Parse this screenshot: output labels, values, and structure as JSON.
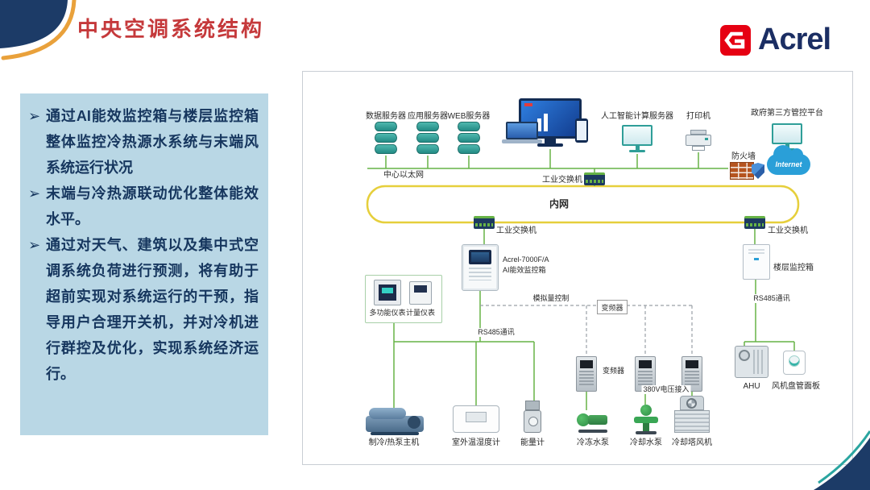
{
  "header": {
    "title": "中央空调系统结构",
    "logo_text": "Acrel"
  },
  "sidebar": {
    "marker": "➢",
    "bullets": [
      "通过AI能效监控箱与楼层监控箱整体监控冷热源水系统与末端风系统运行状况",
      "末端与冷热源联动优化整体能效水平。",
      "通过对天气、建筑以及集中式空调系统负荷进行预测，将有助于超前实现对系统运行的干预，指导用户合理开关机，并对冷机进行群控及优化，实现系统经济运行。"
    ]
  },
  "diagram": {
    "top_labels": [
      "数据服务器",
      "应用服务器",
      "WEB服务器",
      "人工智能计算服务器",
      "打印机",
      "政府第三方管控平台"
    ],
    "ethernet": "中心以太网",
    "firewall": "防火墙",
    "internet": "Internet",
    "switch_top": "工业交换机",
    "intranet": "内网",
    "switch_left": "工业交换机",
    "switch_right": "工业交换机",
    "ai_box_line1": "Acrel-7000F/A",
    "ai_box_line2": "AI能效监控箱",
    "meter1": "多功能仪表",
    "meter2": "计量仪表",
    "rs485_left": "RS485通讯",
    "analog": "模拟量控制",
    "vfd_node": "变频器",
    "vfd_device": "变频器",
    "v380": "380V电压接入",
    "floor_box": "楼层监控箱",
    "rs485_right": "RS485通讯",
    "bottom_labels": [
      "制冷/热泵主机",
      "室外温湿度计",
      "能量计",
      "冷冻水泵",
      "冷却水泵",
      "冷却塔风机"
    ],
    "ahu": "AHU",
    "fan_coil_panel": "风机盘管面板"
  },
  "colors": {
    "navy": "#1c3b67",
    "accent_orange": "#e9a13b",
    "title_red": "#c5393b",
    "logo_red": "#e60012",
    "line_green": "#67b346",
    "line_yellow": "#e6cf3c",
    "sidebar_blue": "#b9d7e5"
  }
}
